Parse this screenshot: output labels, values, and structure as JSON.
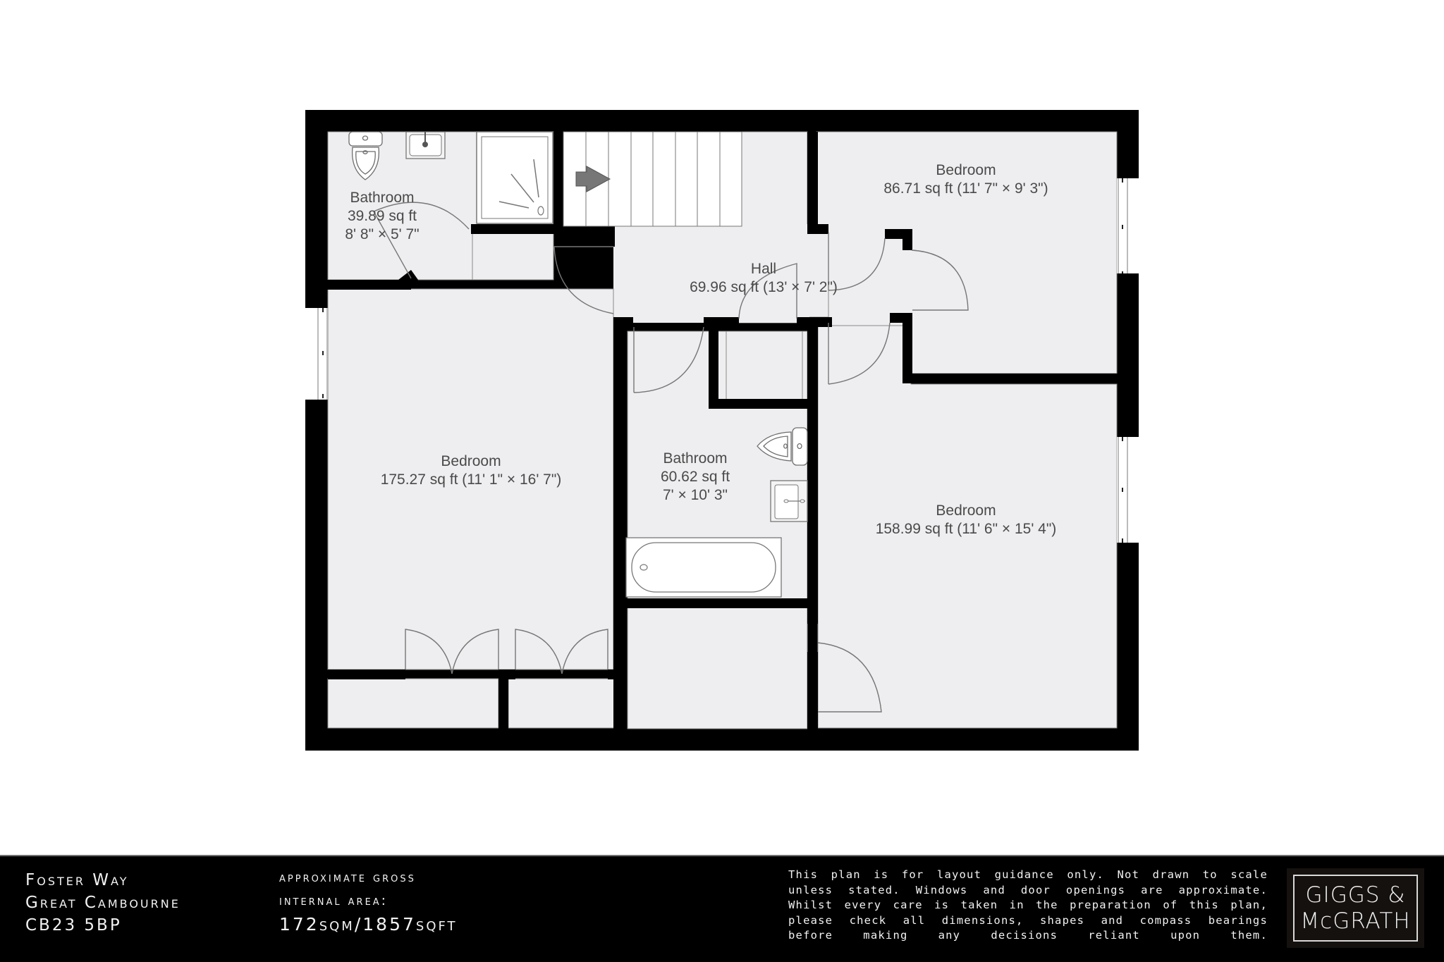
{
  "floorplan": {
    "rooms": [
      {
        "id": "bathroom-ensuite",
        "name": "Bathroom",
        "area": "39.89 sq ft",
        "dimensions": "8' 8\" × 5' 7\""
      },
      {
        "id": "hall",
        "name": "Hall",
        "area_dimensions": "69.96 sq ft (13' × 7' 2\")"
      },
      {
        "id": "bedroom-small",
        "name": "Bedroom",
        "area_dimensions": "86.71 sq ft (11' 7\" × 9' 3\")"
      },
      {
        "id": "bedroom-large-left",
        "name": "Bedroom",
        "area_dimensions": "175.27 sq ft (11' 1\" × 16' 7\")"
      },
      {
        "id": "bathroom-main",
        "name": "Bathroom",
        "area": "60.62 sq ft",
        "dimensions": "7' × 10' 3\""
      },
      {
        "id": "bedroom-large-right",
        "name": "Bedroom",
        "area_dimensions": "158.99 sq ft (11' 6\" × 15' 4\")"
      }
    ],
    "colors": {
      "wall": "#000000",
      "floor": "#eeeef0",
      "fixture_line": "#6e6e6e",
      "stair_arrow": "#777777",
      "label_text": "#4a4a4a"
    }
  },
  "footer": {
    "address": [
      "Foster Way",
      "Great Cambourne",
      "CB23 5BP"
    ],
    "area_heading": [
      "Approximate gross",
      "internal area:"
    ],
    "area_value": "172sqm/1857sqft",
    "disclaimer": [
      "This plan is for layout guidance only. Not drawn to scale",
      "unless stated. Windows and door openings are approximate.",
      "Whilst every care is taken in the preparation of this plan,",
      "please check all dimensions, shapes and compass bearings",
      "before making any decisions reliant upon them."
    ],
    "logo": [
      "GIGGS &",
      "McGRATH"
    ]
  }
}
